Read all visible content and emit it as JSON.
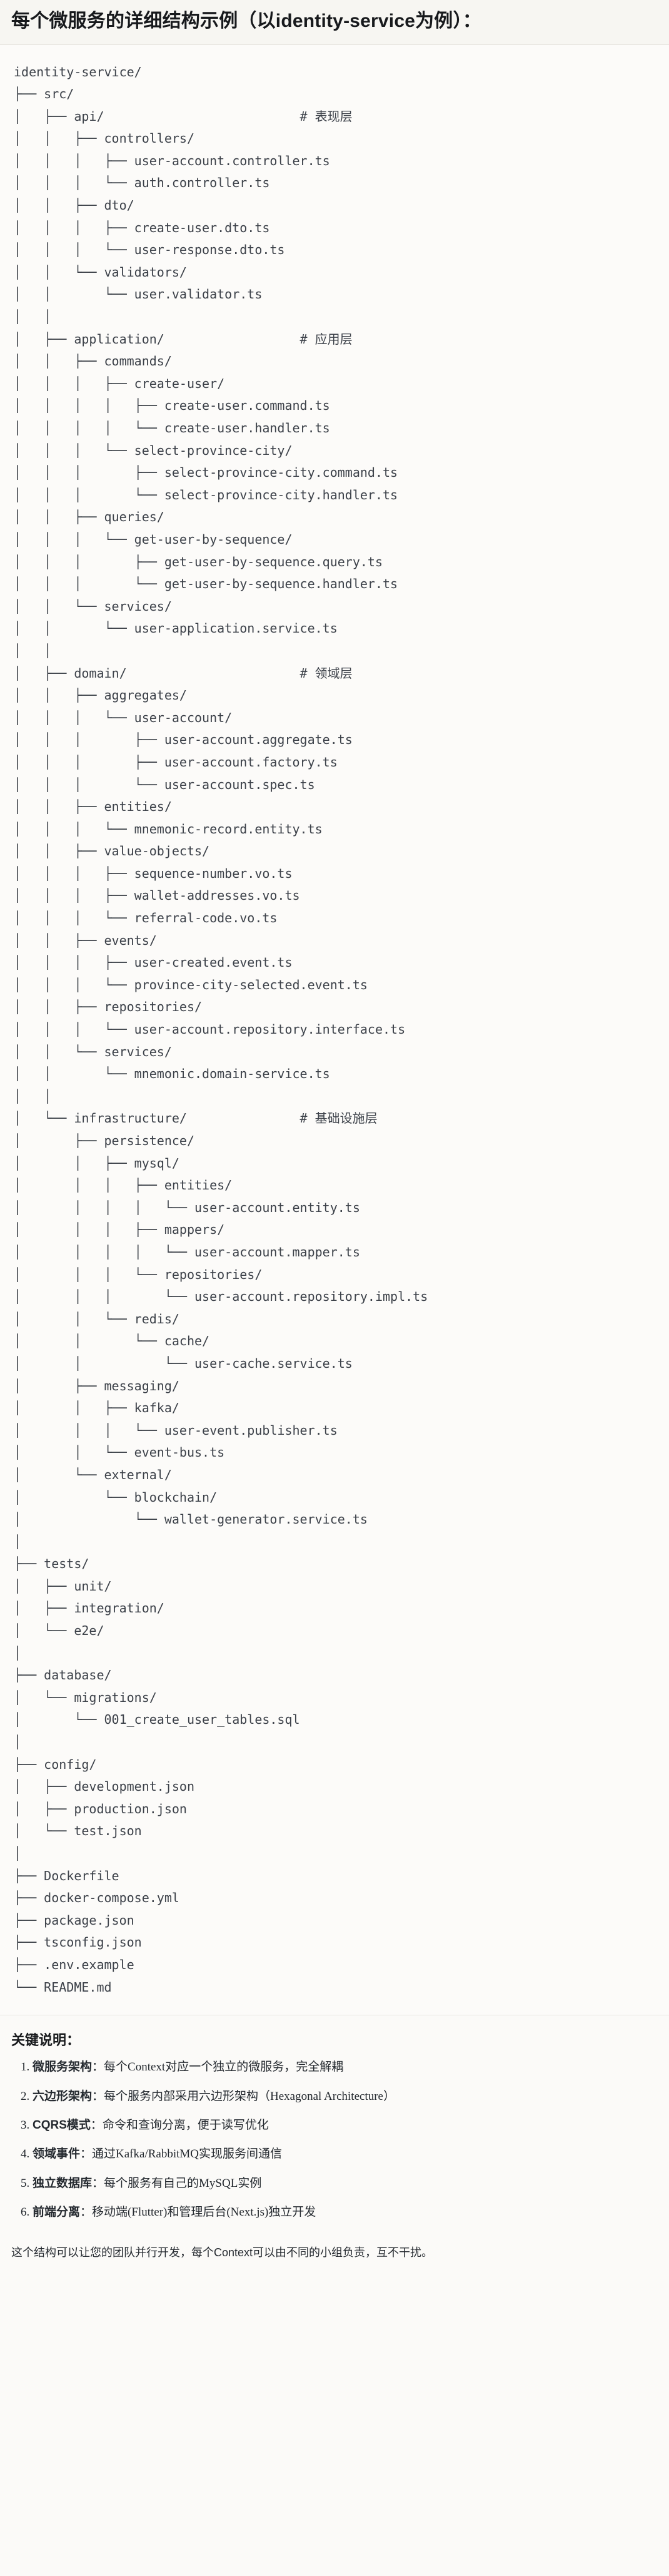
{
  "title": "每个微服务的详细结构示例（以identity-service为例）：",
  "tree": "identity-service/\n├── src/\n│   ├── api/                          # 表现层\n│   │   ├── controllers/\n│   │   │   ├── user-account.controller.ts\n│   │   │   └── auth.controller.ts\n│   │   ├── dto/\n│   │   │   ├── create-user.dto.ts\n│   │   │   └── user-response.dto.ts\n│   │   └── validators/\n│   │       └── user.validator.ts\n│   │\n│   ├── application/                  # 应用层\n│   │   ├── commands/\n│   │   │   ├── create-user/\n│   │   │   │   ├── create-user.command.ts\n│   │   │   │   └── create-user.handler.ts\n│   │   │   └── select-province-city/\n│   │   │       ├── select-province-city.command.ts\n│   │   │       └── select-province-city.handler.ts\n│   │   ├── queries/\n│   │   │   └── get-user-by-sequence/\n│   │   │       ├── get-user-by-sequence.query.ts\n│   │   │       └── get-user-by-sequence.handler.ts\n│   │   └── services/\n│   │       └── user-application.service.ts\n│   │\n│   ├── domain/                       # 领域层\n│   │   ├── aggregates/\n│   │   │   └── user-account/\n│   │   │       ├── user-account.aggregate.ts\n│   │   │       ├── user-account.factory.ts\n│   │   │       └── user-account.spec.ts\n│   │   ├── entities/\n│   │   │   └── mnemonic-record.entity.ts\n│   │   ├── value-objects/\n│   │   │   ├── sequence-number.vo.ts\n│   │   │   ├── wallet-addresses.vo.ts\n│   │   │   └── referral-code.vo.ts\n│   │   ├── events/\n│   │   │   ├── user-created.event.ts\n│   │   │   └── province-city-selected.event.ts\n│   │   ├── repositories/\n│   │   │   └── user-account.repository.interface.ts\n│   │   └── services/\n│   │       └── mnemonic.domain-service.ts\n│   │\n│   └── infrastructure/               # 基础设施层\n│       ├── persistence/\n│       │   ├── mysql/\n│       │   │   ├── entities/\n│       │   │   │   └── user-account.entity.ts\n│       │   │   ├── mappers/\n│       │   │   │   └── user-account.mapper.ts\n│       │   │   └── repositories/\n│       │   │       └── user-account.repository.impl.ts\n│       │   └── redis/\n│       │       └── cache/\n│       │           └── user-cache.service.ts\n│       ├── messaging/\n│       │   ├── kafka/\n│       │   │   └── user-event.publisher.ts\n│       │   └── event-bus.ts\n│       └── external/\n│           └── blockchain/\n│               └── wallet-generator.service.ts\n│\n├── tests/\n│   ├── unit/\n│   ├── integration/\n│   └── e2e/\n│\n├── database/\n│   └── migrations/\n│       └── 001_create_user_tables.sql\n│\n├── config/\n│   ├── development.json\n│   ├── production.json\n│   └── test.json\n│\n├── Dockerfile\n├── docker-compose.yml\n├── package.json\n├── tsconfig.json\n├── .env.example\n└── README.md",
  "keys": {
    "heading": "关键说明：",
    "items": [
      {
        "term": "微服务架构",
        "sep": "：",
        "desc": "每个Context对应一个独立的微服务，完全解耦"
      },
      {
        "term": "六边形架构",
        "sep": "：",
        "desc": "每个服务内部采用六边形架构（Hexagonal Architecture）"
      },
      {
        "term": "CQRS模式",
        "sep": "：",
        "desc": "命令和查询分离，便于读写优化"
      },
      {
        "term": "领域事件",
        "sep": "：",
        "desc": "通过Kafka/RabbitMQ实现服务间通信"
      },
      {
        "term": "独立数据库",
        "sep": "：",
        "desc": "每个服务有自己的MySQL实例"
      },
      {
        "term": "前端分离",
        "sep": "：",
        "desc": "移动端(Flutter)和管理后台(Next.js)独立开发"
      }
    ]
  },
  "closing": "这个结构可以让您的团队并行开发，每个Context可以由不同的小组负责，互不干扰。"
}
